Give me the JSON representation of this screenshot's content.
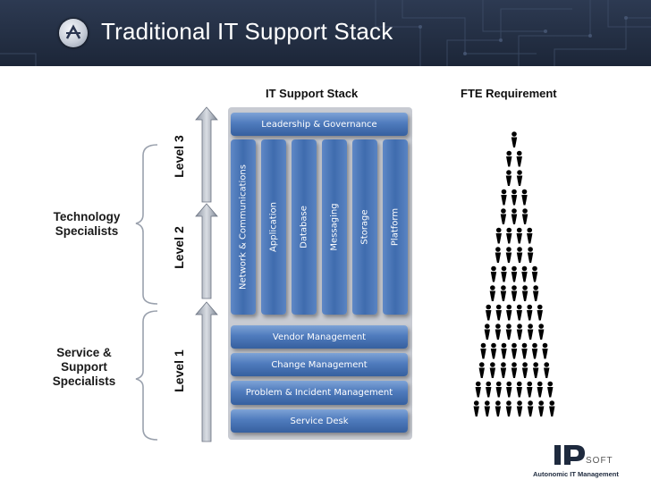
{
  "header": {
    "title": "Traditional IT Support Stack"
  },
  "columns": {
    "stack": "IT Support Stack",
    "fte": "FTE Requirement"
  },
  "groups": {
    "technology": "Technology\nSpecialists",
    "service": "Service &\nSupport\nSpecialists"
  },
  "levels": [
    "Level 3",
    "Level 2",
    "Level 1"
  ],
  "stack": {
    "top": "Leadership & Governance",
    "verticals": [
      "Network & Communications",
      "Application",
      "Database",
      "Messaging",
      "Storage",
      "Platform"
    ],
    "horizontals": [
      "Vendor Management",
      "Change Management",
      "Problem & Incident Management",
      "Service Desk"
    ]
  },
  "fte": {
    "rows": [
      1,
      2,
      2,
      3,
      3,
      4,
      4,
      5,
      5,
      6,
      6,
      7,
      7,
      8,
      8
    ]
  },
  "footer": {
    "logo": "IPSOFT",
    "tagline": "Autonomic IT Management"
  },
  "colors": {
    "header_bg": "#1f2a3d",
    "box": "#4a76b8",
    "person": "#000000"
  }
}
